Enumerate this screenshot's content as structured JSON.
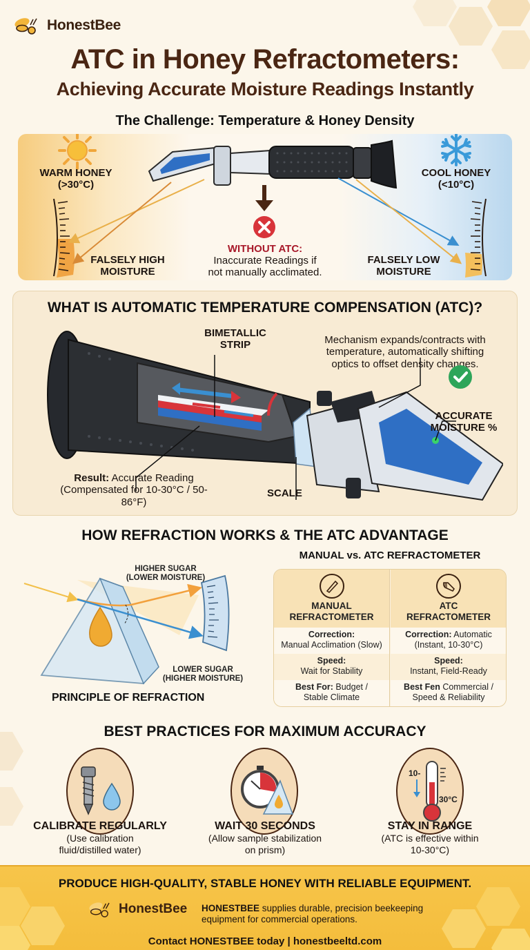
{
  "brand": {
    "name": "HonestBee",
    "accent": "#f4bd3c",
    "text_brown": "#4a2613"
  },
  "header": {
    "title": "ATC in Honey Refractometers:",
    "subtitle": "Achieving Accurate Moisture Readings Instantly"
  },
  "challenge": {
    "heading": "The Challenge: Temperature & Honey Density",
    "warm": {
      "icon": "sun-icon",
      "label_line1": "WARM HONEY",
      "label_line2": "(>30°C)",
      "result_line1": "FALSELY HIGH",
      "result_line2": "MOISTURE",
      "color": "#f0a63a"
    },
    "cool": {
      "icon": "snowflake-icon",
      "label_line1": "COOL HONEY",
      "label_line2": "(<10°C)",
      "result_line1": "FALSELY LOW",
      "result_line2": "MOISTURE",
      "color": "#3a8fd0"
    },
    "center": {
      "icon": "error-x-icon",
      "warning": "WITHOUT ATC:",
      "text_line1": "Inaccurate Readings if",
      "text_line2": "not manually acclimated.",
      "color": "#d8343a"
    }
  },
  "atc": {
    "heading": "WHAT IS AUTOMATIC TEMPERATURE COMPENSATION (ATC)?",
    "bimetallic_line1": "BIMETALLIC",
    "bimetallic_line2": "STRIP",
    "mechanism_line1": "Mechanism expands/contracts with",
    "mechanism_line2": "temperature, automatically shifting",
    "mechanism_line3": "optics to offset density changes.",
    "accurate_line1": "ACCURATE",
    "accurate_line2": "MOISTURE %",
    "result_bold": "Result:",
    "result_text": " Accurate Reading",
    "result_line2": "(Compensated for 10-30°C / 50-86°F)",
    "scale_label": "SCALE",
    "check_color": "#2ea55a"
  },
  "refraction": {
    "heading": "HOW REFRACTION WORKS & THE ATC ADVANTAGE",
    "higher_line1": "HIGHER SUGAR",
    "higher_line2": "(LOWER MOISTURE)",
    "lower_line1": "LOWER SUGAR",
    "lower_line2": "(HIGHER MOISTURE)",
    "caption": "PRINCIPLE OF REFRACTION"
  },
  "comparison": {
    "heading": "MANUAL vs. ATC REFRACTOMETER",
    "columns": [
      {
        "icon": "manual-refractometer-icon",
        "title_line1": "MANUAL",
        "title_line2": "REFRACTOMETER",
        "rows": [
          {
            "label": "Correction:",
            "value": "Manual Acclimation (Slow)",
            "inline": false
          },
          {
            "label": "Speed:",
            "value": "Wait for Stability",
            "inline": false
          },
          {
            "label": "Best For:",
            "value": " Budget /",
            "value2": "Stable Climate",
            "inline": true
          }
        ]
      },
      {
        "icon": "atc-refractometer-icon",
        "title_line1": "ATC",
        "title_line2": "REFRACTOMETER",
        "rows": [
          {
            "label": "Correction:",
            "value": " Automatic",
            "value2": "(Instant, 10-30°C)",
            "inline": true
          },
          {
            "label": "Speed:",
            "value": "Instant, Field-Ready",
            "inline": false
          },
          {
            "label": "Best Fen",
            "value": " Commercial /",
            "value2": "Speed & Reliability",
            "inline": true
          }
        ]
      }
    ]
  },
  "best_practices": {
    "heading": "BEST PRACTICES FOR MAXIMUM ACCURACY",
    "items": [
      {
        "icon": "screw-and-drop-icon",
        "title": "CALIBRATE REGULARLY",
        "sub_line1": "(Use calibration",
        "sub_line2": "fluid/distilled water)"
      },
      {
        "icon": "stopwatch-prism-icon",
        "title": "WAIT 30 SECONDS",
        "sub_line1": "(Allow sample stabilization",
        "sub_line2": "on prism)"
      },
      {
        "icon": "thermometer-icon",
        "title": "STAY IN RANGE",
        "sub_line1": "(ATC is effective within",
        "sub_line2": "10-30°C)",
        "thermo_low": "10-",
        "thermo_high": "30°C"
      }
    ]
  },
  "footer": {
    "headline": "PRODUCE HIGH-QUALITY, STABLE HONEY WITH RELIABLE EQUIPMENT.",
    "brand_name": "HonestBee",
    "body_bold": "HONESTBEE",
    "body_line1": " supplies durable, precision beekeeping",
    "body_line2": "equipment for commercial operations.",
    "contact": "Contact HONESTBEE today | honestbeeltd.com"
  }
}
